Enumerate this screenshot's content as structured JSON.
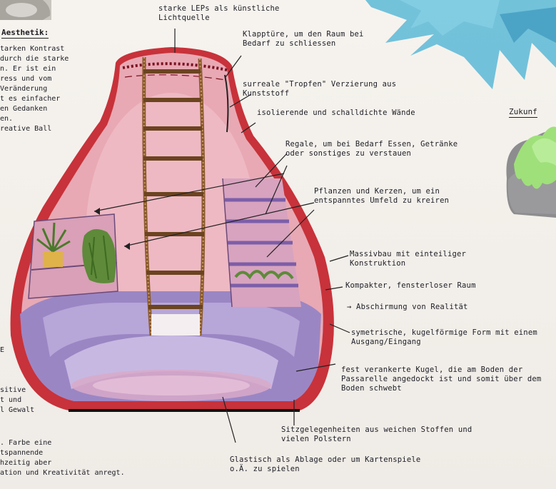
{
  "left_panel": {
    "heading": "Aesthetik:",
    "lines_top": [
      "tarken Kontrast",
      "durch die starke",
      "n. Er ist ein",
      "ress und vom",
      "Veränderung",
      "t es einfacher",
      "en Gedanken",
      "en.",
      "reative Ball"
    ],
    "marker_e": "E",
    "lines_mid": [
      "sitive",
      "t und",
      "l Gewalt"
    ],
    "lines_bottom": [
      ". Farbe eine",
      "tspannende",
      "hzeitig aber",
      "ation und Kreativität anregt."
    ]
  },
  "right_panel": {
    "heading": "Zukunf"
  },
  "annotations": {
    "top_light": "starke LEPs als künstliche Lichtquelle",
    "door": "Klapptüre, um den Raum bei Bedarf zu schliessen",
    "drops": "surreale \"Tropfen\" Verzierung aus Kunststoff",
    "walls": "isolierende und schalldichte Wände",
    "shelves": "Regale, um bei Bedarf Essen, Getränke oder sonstiges zu verstauen",
    "plants": "Pflanzen und Kerzen, um ein entspanntes Umfeld zu kreiren",
    "construction": "Massivbau mit einteiliger Konstruktion",
    "room": "Kompakter, fensterloser Raum",
    "shielding": "→ Abschirmung von Realität",
    "shape": "symetrische, kugelförmige Form mit einem Ausgang/Eingang",
    "anchored": "fest verankerte Kugel, die am Boden der Passarelle angedockt ist und somit über dem Boden schwebt",
    "seating": "Sitzgelegenheiten aus weichen Stoffen und vielen Polstern",
    "table": "Glastisch als Ablage oder um Kartenspiele o.Ä. zu spielen"
  },
  "colors": {
    "shell_red": "#c8323a",
    "interior_pink": "#e8a9b4",
    "lavender": "#9b86c4",
    "ladder_brown": "#8a5a2e",
    "plant_green": "#5e8a3a",
    "cyan_paint": "#5bb8d6",
    "lime_paint": "#9fe07a",
    "pot_gray": "#8d8d8f"
  },
  "icons": [
    "ladder-icon",
    "plant-icon",
    "shelf-icon"
  ]
}
